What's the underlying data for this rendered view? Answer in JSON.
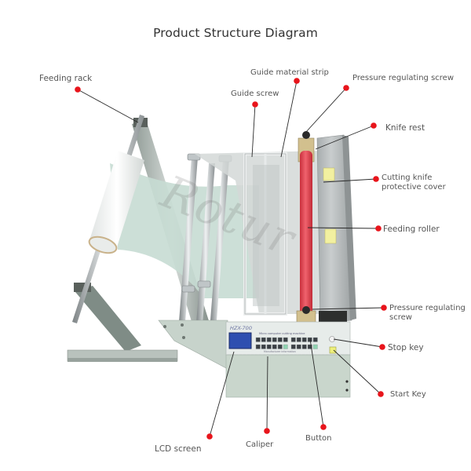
{
  "title": "Product Structure Diagram",
  "watermark": "Rotur",
  "machine": {
    "model": "HZX-700",
    "panel_title": "Micro computer cutting machine",
    "manufacturer_line": "Manufacturer information"
  },
  "callouts": [
    {
      "id": "feeding-rack",
      "label": "Feeding rack"
    },
    {
      "id": "guide-material-strip",
      "label": "Guide material strip"
    },
    {
      "id": "guide-screw",
      "label": "Guide screw"
    },
    {
      "id": "pressure-regulating-screw-top",
      "label": "Pressure regulating screw"
    },
    {
      "id": "knife-rest",
      "label": "Knife rest"
    },
    {
      "id": "cutting-knife-protective-cover",
      "label": "Cutting knife protective cover"
    },
    {
      "id": "feeding-roller",
      "label": "Feeding roller"
    },
    {
      "id": "pressure-regulating-screw-bottom",
      "label": "Pressure regulating screw"
    },
    {
      "id": "stop-key",
      "label": "Stop key"
    },
    {
      "id": "start-key",
      "label": "Start Key"
    },
    {
      "id": "lcd-screen",
      "label": "LCD screen"
    },
    {
      "id": "caliper",
      "label": "Caliper"
    },
    {
      "id": "button",
      "label": "Button"
    }
  ],
  "colors": {
    "callout_dot": "#e8141b",
    "roller_red": "#e8424f",
    "panel_green": "#c9d6cc",
    "lcd_blue": "#2e4fb0",
    "film": "#c7dcd3"
  }
}
